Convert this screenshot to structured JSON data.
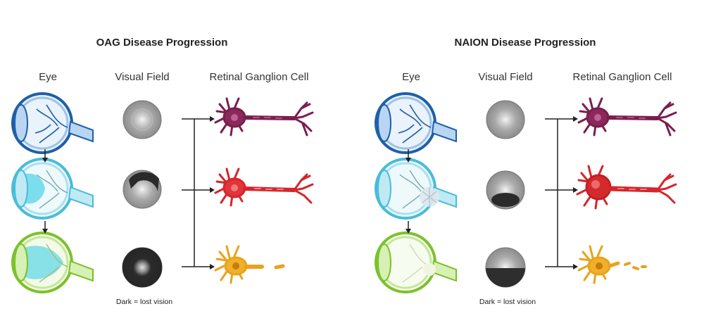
{
  "panels": [
    {
      "title": "OAG Disease Progression",
      "col_eye": "Eye",
      "col_visual_field": "Visual Field",
      "col_rgc": "Retinal Ganglion Cell",
      "note": "Dark = lost vision",
      "eye_colors": [
        "#1e5fa8",
        "#49bcd8",
        "#7cc12b"
      ],
      "neuron_colors": [
        "#7a1e4e",
        "#d4262c",
        "#e8a31b"
      ]
    },
    {
      "title": "NAION Disease Progression",
      "col_eye": "Eye",
      "col_visual_field": "Visual Field",
      "col_rgc": "Retinal Ganglion Cell",
      "note": "Dark = lost vision",
      "eye_colors": [
        "#1e5fa8",
        "#49bcd8",
        "#7cc12b"
      ],
      "neuron_colors": [
        "#7a1e4e",
        "#d4262c",
        "#e8a31b"
      ]
    }
  ]
}
